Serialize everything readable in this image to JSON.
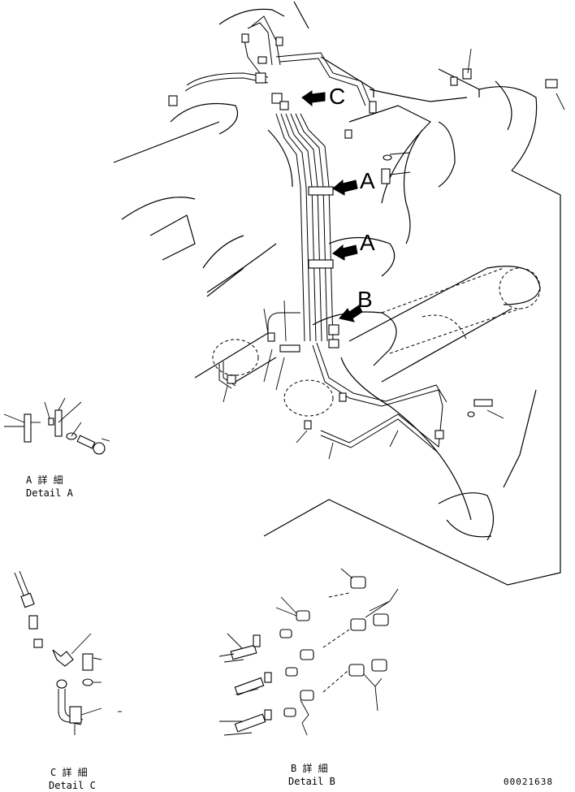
{
  "callouts": {
    "view_a_upper": "A",
    "view_a_lower": "A",
    "view_b": "B",
    "view_c": "C"
  },
  "details": {
    "a": {
      "title_jp": "A 詳 細",
      "title_en": "Detail A"
    },
    "b": {
      "title_jp": "B 詳 細",
      "title_en": "Detail B"
    },
    "c": {
      "title_jp": "C 詳 細",
      "title_en": "Detail C"
    }
  },
  "drawing_number": "00021638"
}
